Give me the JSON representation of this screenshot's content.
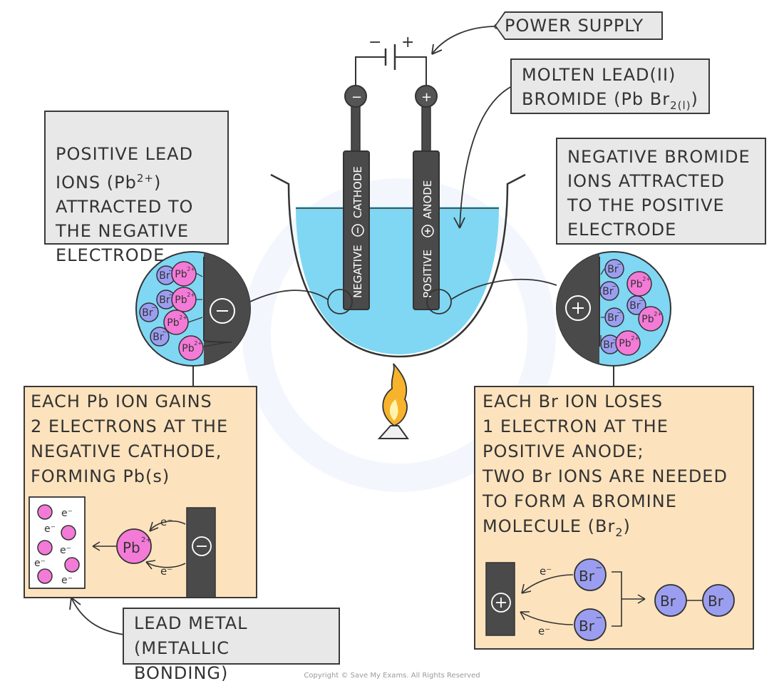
{
  "labels": {
    "power_supply": "POWER SUPPLY",
    "molten": "MOLTEN LEAD(II)\nBROMIDE (Pb Br",
    "molten_sub": "2(l)",
    "molten_close": ")",
    "positive_ions": "POSITIVE LEAD\nIONS (Pb",
    "positive_ions_sup": "2+",
    "positive_ions_rest": ")\nATTRACTED TO\nTHE NEGATIVE\nELECTRODE",
    "negative_ions": "NEGATIVE BROMIDE\nIONS ATTRACTED\nTO THE POSITIVE\nELECTRODE",
    "lead_metal": "LEAD METAL\n(METALLIC BONDING)"
  },
  "electrodes": {
    "cathode_text": "NEGATIVE",
    "cathode_word": "CATHODE",
    "anode_text": "POSITIVE",
    "anode_word": "ANODE",
    "minus": "−",
    "plus": "+"
  },
  "left_box": {
    "text": "EACH Pb ION GAINS\n2 ELECTRONS AT THE\nNEGATIVE CATHODE,\nFORMING Pb(s)",
    "electron": "e⁻",
    "pb_ion": "Pb",
    "pb_charge": "2+"
  },
  "right_box": {
    "text": "EACH Br ION LOSES\n1 ELECTRON AT THE\nPOSITIVE ANODE;\nTWO Br IONS ARE NEEDED\nTO FORM A BROMINE\nMOLECULE (Br",
    "text_sub": "2",
    "text_close": ")",
    "electron": "e⁻",
    "br_ion": "Br",
    "br_charge": "−",
    "br_atom": "Br"
  },
  "zoom_ions": {
    "pb": "Pb",
    "pb_charge": "2+",
    "br": "Br",
    "br_charge": "−"
  },
  "copyright": "Copyright © Save My Exams. All Rights Reserved",
  "colors": {
    "molten": "#7fd7f3",
    "pb_ion": "#f47ad8",
    "br_ion": "#9b9ef0",
    "electrode": "#4a4a4a",
    "info_bg": "#fde3bd",
    "label_bg": "#e8e8e8"
  }
}
